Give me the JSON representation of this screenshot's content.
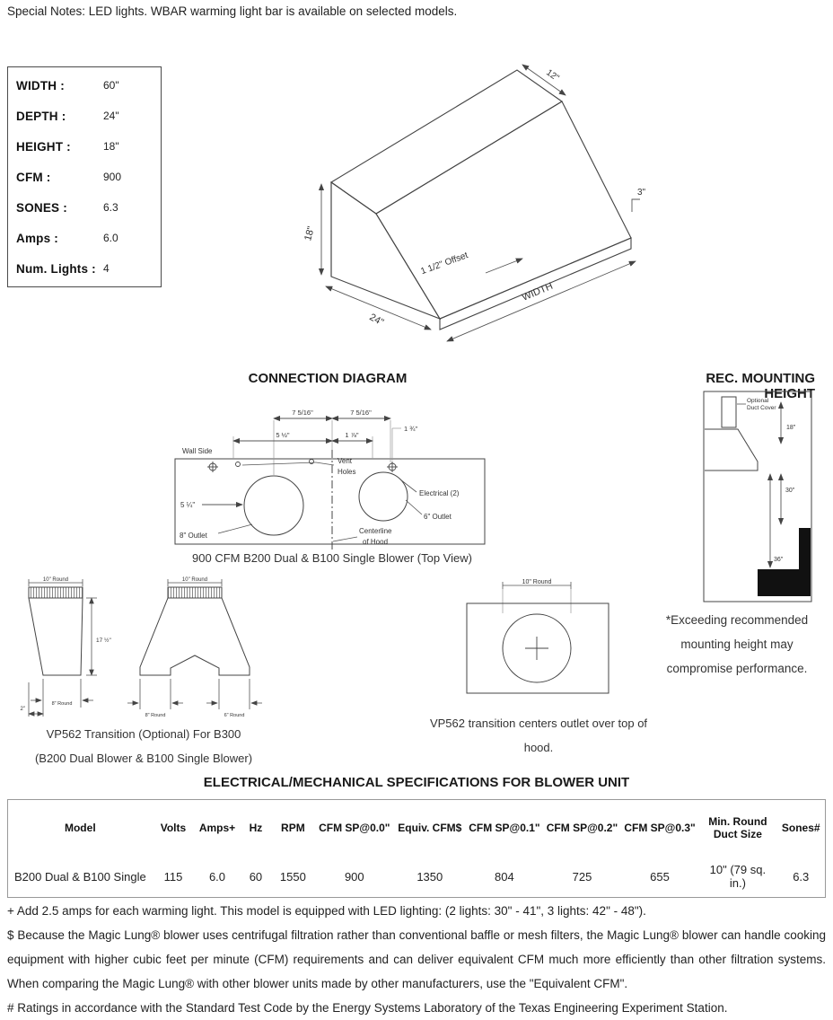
{
  "note": "Special Notes: LED lights. WBAR warming light bar is available on selected models.",
  "spec_box": {
    "rows": [
      {
        "label": "WIDTH :",
        "value": "60\""
      },
      {
        "label": "DEPTH :",
        "value": "24\""
      },
      {
        "label": "HEIGHT :",
        "value": "18\""
      },
      {
        "label": "CFM :",
        "value": "900"
      },
      {
        "label": "SONES :",
        "value": "6.3"
      },
      {
        "label": "Amps :",
        "value": "6.0"
      },
      {
        "label": "Num. Lights :",
        "value": "4"
      }
    ]
  },
  "iso": {
    "height": "18\"",
    "depth": "24\"",
    "offset": "1 1/2\" Offset",
    "width": "WIDTH",
    "rim": "3\"",
    "top": "12\""
  },
  "headings": {
    "connection": "CONNECTION DIAGRAM",
    "mounting": "REC. MOUNTING HEIGHT",
    "electrical": "ELECTRICAL/MECHANICAL SPECIFICATIONS FOR BLOWER UNIT"
  },
  "connection": {
    "dim_left": "7 5/16\"",
    "dim_right": "7 5/16\"",
    "dim_55": "5 ½\"",
    "dim_178": "1 ⅞\"",
    "dim_134": "1 ¾\"",
    "dim_514": "5 ¼\"",
    "wall_side": "Wall Side",
    "vent_line1": "Vent",
    "vent_line2": "Holes",
    "electrical": "Electrical (2)",
    "outlet6": "6\" Outlet",
    "centerline1": "Centerline",
    "centerline2": "of Hood",
    "outlet8": "8\" Outlet",
    "caption": "900 CFM B200 Dual & B100 Single Blower (Top View)"
  },
  "mounting": {
    "duct1": "Optional",
    "duct2": "Duct Cover",
    "dim18": "18\"",
    "dim30": "30\"",
    "dim36": "36\"",
    "warn1": "*Exceeding recommended",
    "warn2": "mounting height may",
    "warn3": "compromise performance."
  },
  "transitions": {
    "t1_top": "10\" Round",
    "t1_height": "17 ½\"",
    "t1_bottom": "8\" Round",
    "t1_offset": "2\"",
    "t2_top": "10\" Round",
    "t2_left": "8\" Round",
    "t2_right": "6\" Round",
    "caption1": "VP562 Transition (Optional) For B300",
    "caption2": "(B200 Dual Blower & B100 Single Blower)"
  },
  "topview": {
    "dim": "10\" Round",
    "caption1": "VP562 transition centers outlet over top of",
    "caption2": "hood."
  },
  "spec_table": {
    "headers": [
      "Model",
      "Volts",
      "Amps+",
      "Hz",
      "RPM",
      "CFM SP@0.0\"",
      "Equiv. CFM$",
      "CFM SP@0.1\"",
      "CFM SP@0.2\"",
      "CFM SP@0.3\"",
      "Min. Round Duct Size",
      "Sones#"
    ],
    "row": [
      "B200 Dual & B100 Single",
      "115",
      "6.0",
      "60",
      "1550",
      "900",
      "1350",
      "804",
      "725",
      "655",
      "10\" (79 sq. in.)",
      "6.3"
    ]
  },
  "footnotes": [
    "+ Add 2.5 amps for each warming light. This model is equipped with LED lighting: (2 lights: 30\" - 41\", 3 lights: 42\" - 48\").",
    "$ Because the Magic Lung® blower uses centrifugal filtration rather than conventional baffle or mesh filters, the Magic Lung® blower can handle cooking equipment with higher cubic feet per minute (CFM) requirements and can deliver equivalent CFM much more efficiently than other filtration systems. When comparing the Magic Lung® with other blower units made by other manufacturers, use the \"Equivalent CFM\".",
    "# Ratings in accordance with the Standard Test Code by the Energy Systems Laboratory of the Texas Engineering Experiment Station."
  ]
}
